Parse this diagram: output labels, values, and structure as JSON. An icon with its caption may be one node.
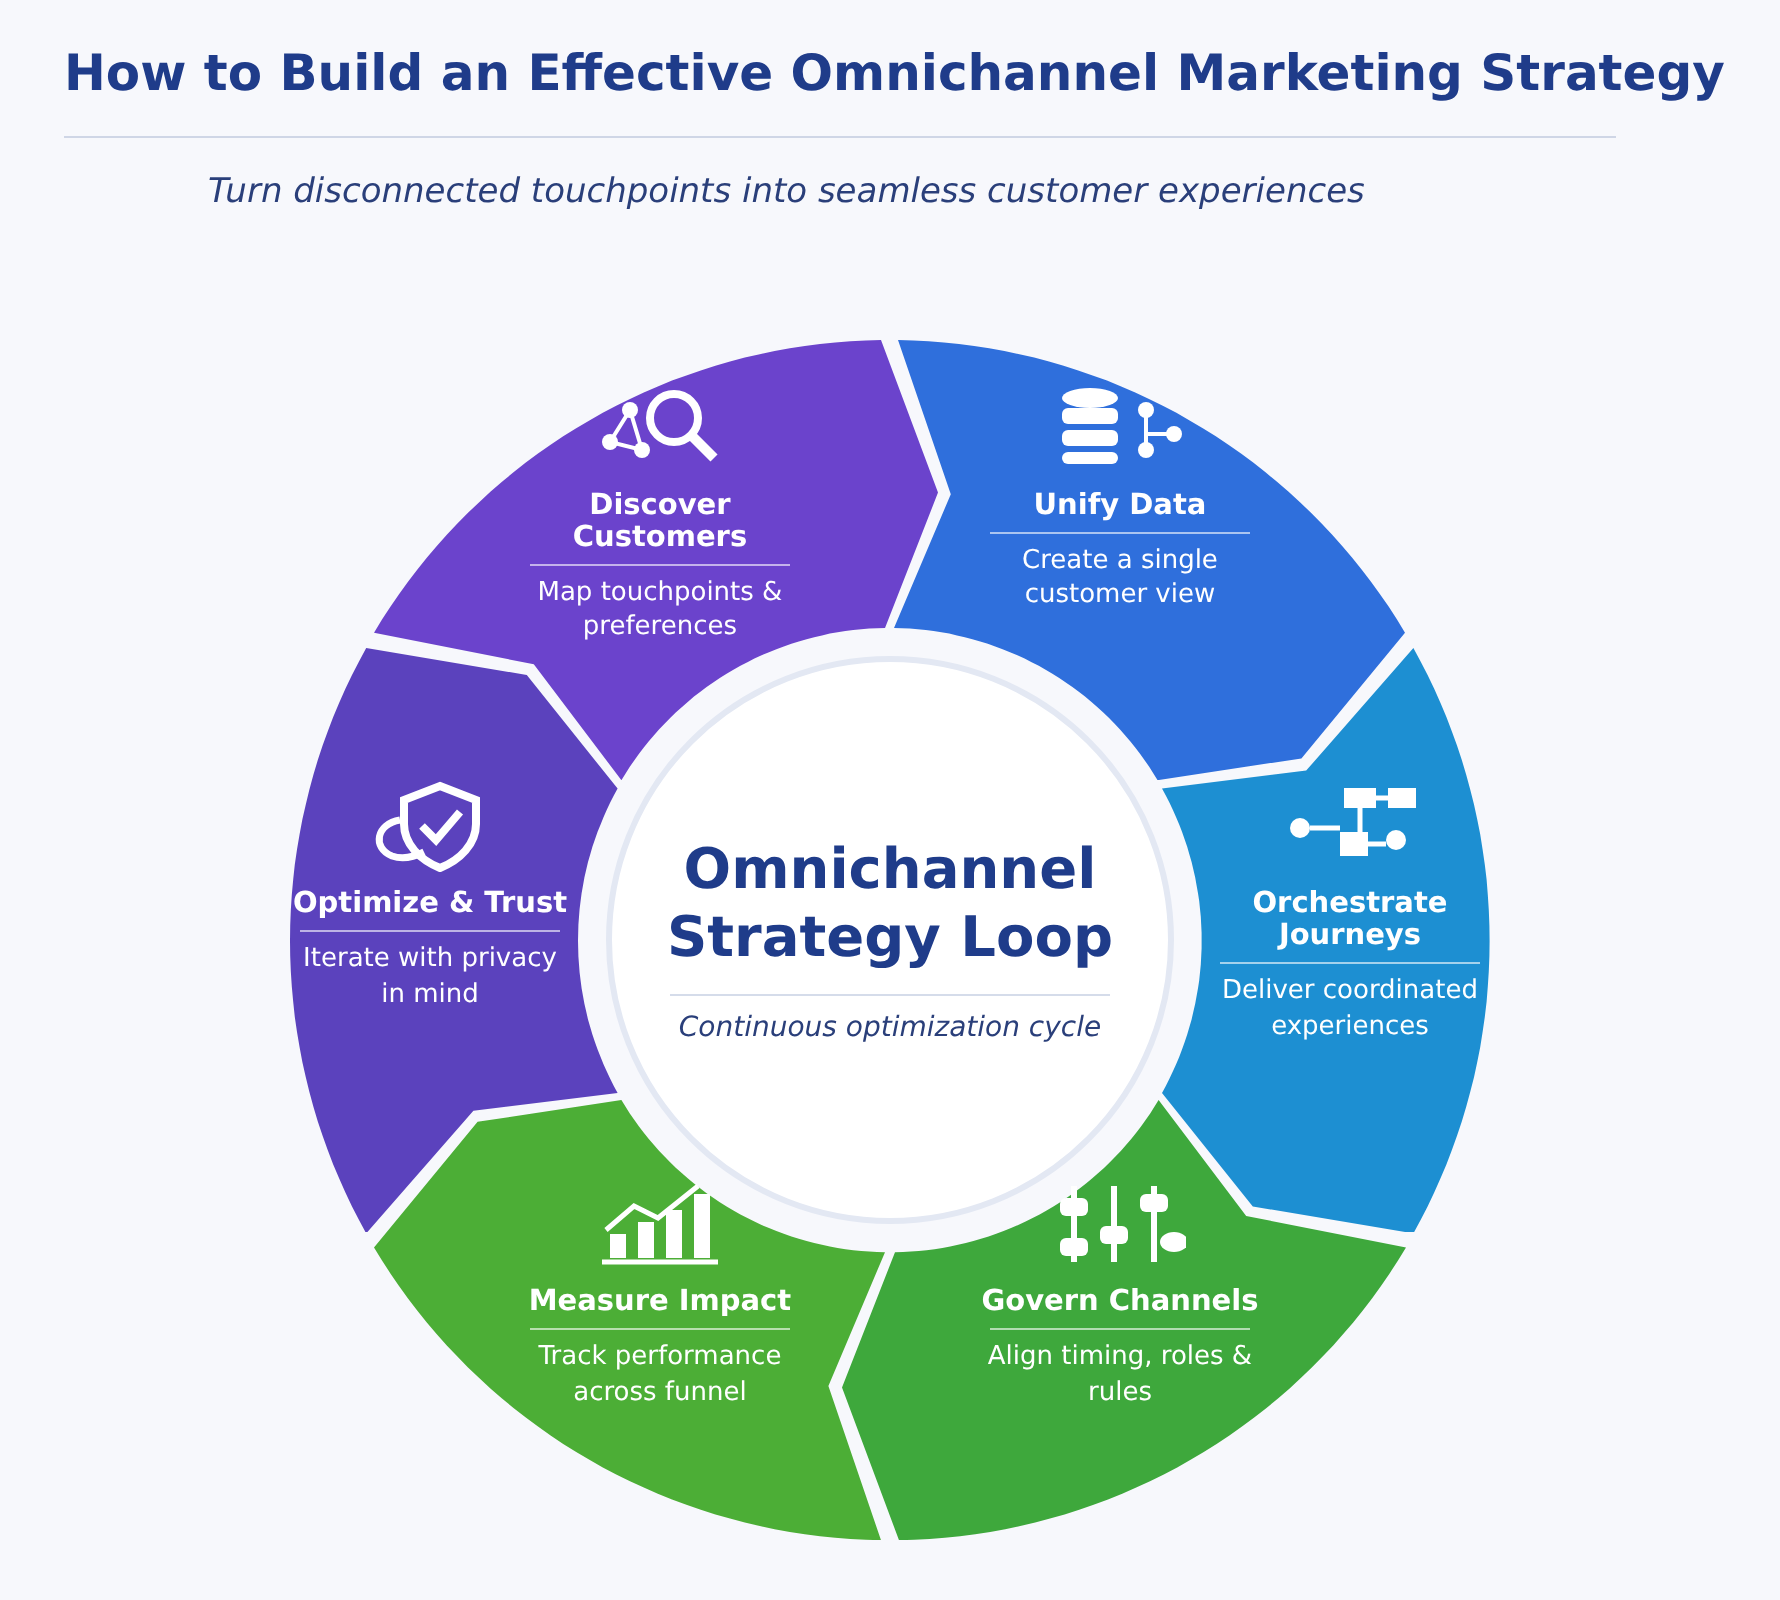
{
  "diagram": {
    "title": "How to Build an Effective Omnichannel Marketing Strategy",
    "nodes": [
      {
        "text": [
          "Discover Customers",
          "Map touchpoints & preferences"
        ]
      },
      {
        "text": [
          "Unify Data",
          "Create a single customer view"
        ]
      },
      {
        "text": [
          "Orchestrate Journeys",
          "Deliver coordinated experiences"
        ]
      },
      {
        "text": [
          "Govern Channels",
          "Align timing, roles & rules"
        ]
      },
      {
        "text": [
          "Measure Impact",
          "Track performance across funnel"
        ]
      },
      {
        "text": [
          "Optimize & Trust",
          "Iterate with privacy in mind"
        ]
      },
      {
        "text": [
          "Omnichannel Strategy Loop",
          "Continuous optimization cycle"
        ]
      }
    ],
    "labels": [
      "Turn disconnected touchpoints into seamless customer experiences"
    ]
  }
}
